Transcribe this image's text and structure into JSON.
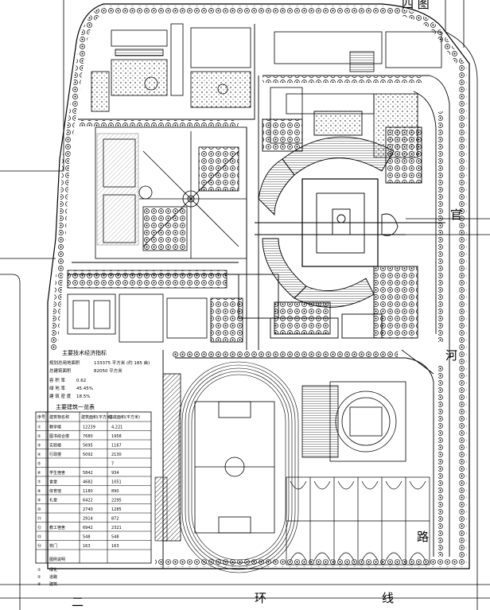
{
  "road_labels": {
    "north": "四  图",
    "east_1": "官",
    "east_2": "河",
    "east_3": "路",
    "east_4": "线",
    "south_1": "二",
    "south_2": "环"
  },
  "stats": {
    "title": "主要技术经济指标",
    "rows": [
      {
        "label": "规划总用地面积",
        "value": "133375 平方米  (约 185 亩)"
      },
      {
        "label": "总建筑面积",
        "value": "82050 平方米"
      },
      {
        "label": "容  积  率",
        "value": "0.62"
      },
      {
        "label": "绿  地  率",
        "value": "45.45%"
      },
      {
        "label": "建 筑 密 度",
        "value": "18.5%"
      }
    ]
  },
  "table": {
    "title": "主要建筑一览表",
    "headers": [
      "序号",
      "建筑物名称",
      "建筑面积(平方米)",
      "基底面积(平方米)"
    ],
    "rows": [
      {
        "no": "①",
        "name": "教学楼",
        "area": "12239",
        "base": "4,221"
      },
      {
        "no": "②",
        "name": "图书综合楼",
        "area": "7680",
        "base": "1958"
      },
      {
        "no": "③",
        "name": "实验楼",
        "area": "5695",
        "base": "1167"
      },
      {
        "no": "④",
        "name": "行政楼",
        "area": "5092",
        "base": "2130"
      },
      {
        "no": "⑤",
        "name": "",
        "area": "",
        "base": "7"
      },
      {
        "no": "⑥",
        "name": "学生宿舍",
        "area": "5842",
        "base": "934"
      },
      {
        "no": "⑦",
        "name": "食堂",
        "area": "4682",
        "base": "1051"
      },
      {
        "no": "⑧",
        "name": "体育馆",
        "area": "1180",
        "base": "890"
      },
      {
        "no": "⑨",
        "name": "礼堂",
        "area": "6422",
        "base": "2295"
      },
      {
        "no": "⑩",
        "name": "",
        "area": "2740",
        "base": "1285"
      },
      {
        "no": "⑪",
        "name": "",
        "area": "2914",
        "base": "872"
      },
      {
        "no": "⑫",
        "name": "教工宿舍",
        "area": "6942",
        "base": "2321"
      },
      {
        "no": "⑬",
        "name": "",
        "area": "548",
        "base": "548"
      },
      {
        "no": "⑭",
        "name": "校门",
        "area": "163",
        "base": "163"
      }
    ],
    "legend_title": "图例说明",
    "legend": [
      {
        "no": "①",
        "name": "绿化"
      },
      {
        "no": "②",
        "name": "道路"
      },
      {
        "no": "③",
        "name": "建筑"
      }
    ]
  }
}
